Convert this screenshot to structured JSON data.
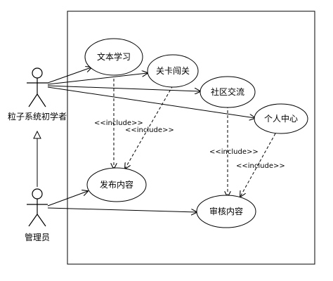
{
  "actors": {
    "learner": "粒子系统初学者",
    "admin": "管理员"
  },
  "use_cases": {
    "text_study": "文本学习",
    "level": "关卡闯关",
    "community": "社区交流",
    "personal": "个人中心",
    "publish": "发布内容",
    "review": "审核内容"
  },
  "relations": {
    "include": "<<include>>"
  }
}
